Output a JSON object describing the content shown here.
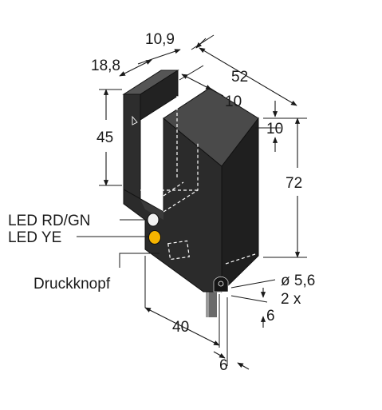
{
  "dimensions": {
    "top_width": "10,9",
    "left_width": "18,8",
    "length": "52",
    "slot_depth": "10",
    "side_offset": "10",
    "slot_height": "45",
    "total_height": "72",
    "hole_diameter": "ø 5,6",
    "hole_count": "2 x",
    "hole_offset": "6",
    "base_width": "40",
    "bottom_offset": "6"
  },
  "labels": {
    "led_rd_gn": "LED RD/GN",
    "led_ye": "LED YE",
    "push_button": "Druckknopf"
  },
  "colors": {
    "body": "#2b2b2b",
    "led_rd_gn": "#f2f2f2",
    "led_ye": "#f6b400"
  }
}
